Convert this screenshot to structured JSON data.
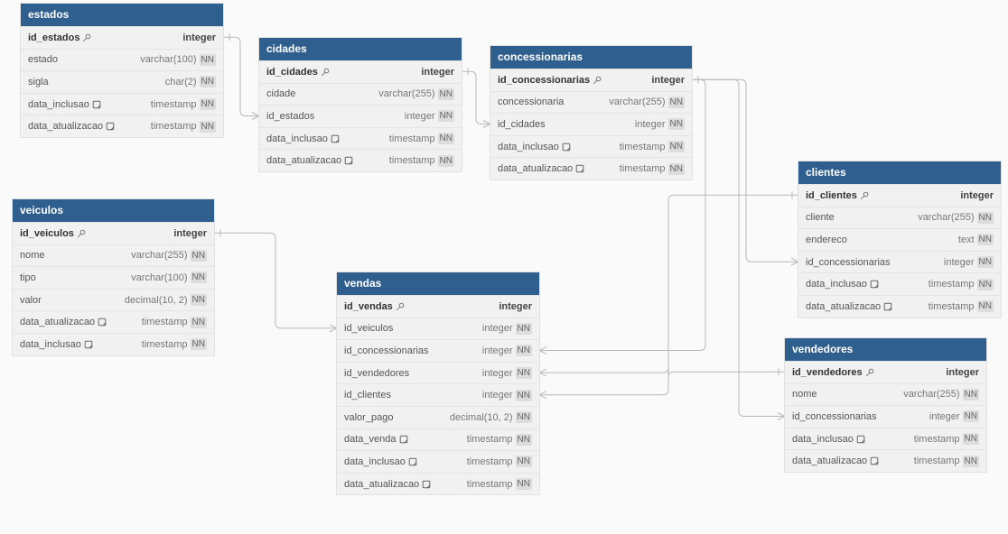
{
  "tables": [
    {
      "id": "estados",
      "title": "estados",
      "rows": [
        {
          "name": "id_estados",
          "type": "integer",
          "pk": true
        },
        {
          "name": "estado",
          "type": "varchar(100)",
          "nn": "NN"
        },
        {
          "name": "sigla",
          "type": "char(2)",
          "nn": "NN"
        },
        {
          "name": "data_inclusao",
          "type": "timestamp",
          "nn": "NN",
          "note": true
        },
        {
          "name": "data_atualizacao",
          "type": "timestamp",
          "nn": "NN",
          "note": true
        }
      ]
    },
    {
      "id": "cidades",
      "title": "cidades",
      "rows": [
        {
          "name": "id_cidades",
          "type": "integer",
          "pk": true
        },
        {
          "name": "cidade",
          "type": "varchar(255)",
          "nn": "NN"
        },
        {
          "name": "id_estados",
          "type": "integer",
          "nn": "NN"
        },
        {
          "name": "data_inclusao",
          "type": "timestamp",
          "nn": "NN",
          "note": true
        },
        {
          "name": "data_atualizacao",
          "type": "timestamp",
          "nn": "NN",
          "note": true
        }
      ]
    },
    {
      "id": "concessionarias",
      "title": "concessionarias",
      "rows": [
        {
          "name": "id_concessionarias",
          "type": "integer",
          "pk": true
        },
        {
          "name": "concessionaria",
          "type": "varchar(255)",
          "nn": "NN"
        },
        {
          "name": "id_cidades",
          "type": "integer",
          "nn": "NN"
        },
        {
          "name": "data_inclusao",
          "type": "timestamp",
          "nn": "NN",
          "note": true
        },
        {
          "name": "data_atualizacao",
          "type": "timestamp",
          "nn": "NN",
          "note": true
        }
      ]
    },
    {
      "id": "veiculos",
      "title": "veiculos",
      "rows": [
        {
          "name": "id_veiculos",
          "type": "integer",
          "pk": true
        },
        {
          "name": "nome",
          "type": "varchar(255)",
          "nn": "NN"
        },
        {
          "name": "tipo",
          "type": "varchar(100)",
          "nn": "NN"
        },
        {
          "name": "valor",
          "type": "decimal(10, 2)",
          "nn": "NN"
        },
        {
          "name": "data_atualizacao",
          "type": "timestamp",
          "nn": "NN",
          "note": true
        },
        {
          "name": "data_inclusao",
          "type": "timestamp",
          "nn": "NN",
          "note": true
        }
      ]
    },
    {
      "id": "vendas",
      "title": "vendas",
      "rows": [
        {
          "name": "id_vendas",
          "type": "integer",
          "pk": true
        },
        {
          "name": "id_veiculos",
          "type": "integer",
          "nn": "NN"
        },
        {
          "name": "id_concessionarias",
          "type": "integer",
          "nn": "NN"
        },
        {
          "name": "id_vendedores",
          "type": "integer",
          "nn": "NN"
        },
        {
          "name": "id_clientes",
          "type": "integer",
          "nn": "NN"
        },
        {
          "name": "valor_pago",
          "type": "decimal(10, 2)",
          "nn": "NN"
        },
        {
          "name": "data_venda",
          "type": "timestamp",
          "nn": "NN",
          "note": true
        },
        {
          "name": "data_inclusao",
          "type": "timestamp",
          "nn": "NN",
          "note": true
        },
        {
          "name": "data_atualizacao",
          "type": "timestamp",
          "nn": "NN",
          "note": true
        }
      ]
    },
    {
      "id": "clientes",
      "title": "clientes",
      "rows": [
        {
          "name": "id_clientes",
          "type": "integer",
          "pk": true
        },
        {
          "name": "cliente",
          "type": "varchar(255)",
          "nn": "NN"
        },
        {
          "name": "endereco",
          "type": "text",
          "nn": "NN"
        },
        {
          "name": "id_concessionarias",
          "type": "integer",
          "nn": "NN"
        },
        {
          "name": "data_inclusao",
          "type": "timestamp",
          "nn": "NN",
          "note": true
        },
        {
          "name": "data_atualizacao",
          "type": "timestamp",
          "nn": "NN",
          "note": true
        }
      ]
    },
    {
      "id": "vendedores",
      "title": "vendedores",
      "rows": [
        {
          "name": "id_vendedores",
          "type": "integer",
          "pk": true
        },
        {
          "name": "nome",
          "type": "varchar(255)",
          "nn": "NN"
        },
        {
          "name": "id_concessionarias",
          "type": "integer",
          "nn": "NN"
        },
        {
          "name": "data_inclusao",
          "type": "timestamp",
          "nn": "NN",
          "note": true
        },
        {
          "name": "data_atualizacao",
          "type": "timestamp",
          "nn": "NN",
          "note": true
        }
      ]
    }
  ],
  "relations": [
    {
      "from": "estados.id_estados",
      "to": "cidades.id_estados"
    },
    {
      "from": "cidades.id_cidades",
      "to": "concessionarias.id_cidades"
    },
    {
      "from": "concessionarias.id_concessionarias",
      "to": "clientes.id_concessionarias"
    },
    {
      "from": "concessionarias.id_concessionarias",
      "to": "vendedores.id_concessionarias"
    },
    {
      "from": "concessionarias.id_concessionarias",
      "to": "vendas.id_concessionarias"
    },
    {
      "from": "veiculos.id_veiculos",
      "to": "vendas.id_veiculos"
    },
    {
      "from": "clientes.id_clientes",
      "to": "vendas.id_clientes"
    },
    {
      "from": "vendedores.id_vendedores",
      "to": "vendas.id_vendedores"
    }
  ],
  "colors": {
    "header": "#2f5f8f",
    "body": "#f1f1f1",
    "link": "#b8b8b8"
  }
}
